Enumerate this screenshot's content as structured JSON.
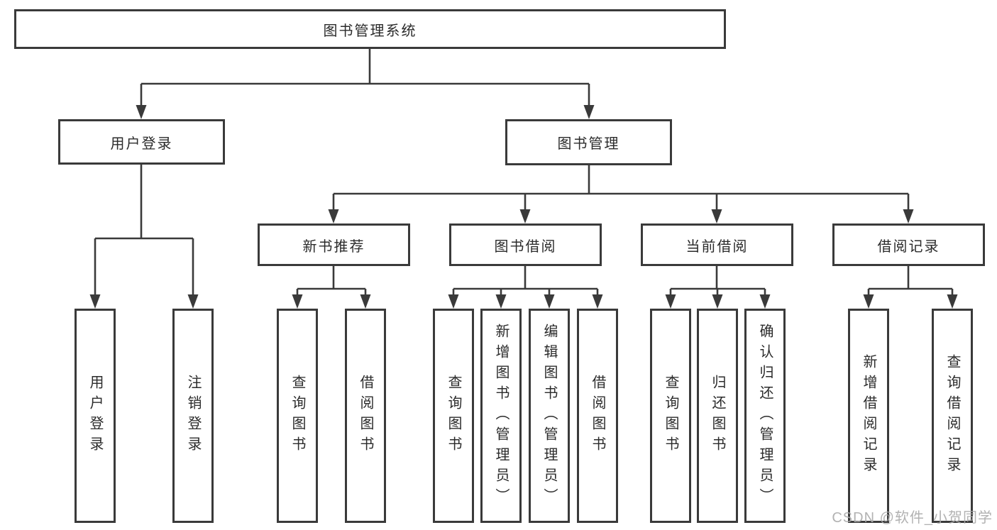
{
  "tree": {
    "label": "图书管理系统",
    "children": [
      {
        "label": "用户登录",
        "children": [
          {
            "label": "用户登录"
          },
          {
            "label": "注销登录"
          }
        ]
      },
      {
        "label": "图书管理",
        "children": [
          {
            "label": "新书推荐",
            "children": [
              {
                "label": "查询图书"
              },
              {
                "label": "借阅图书"
              }
            ]
          },
          {
            "label": "图书借阅",
            "children": [
              {
                "label": "查询图书"
              },
              {
                "label": "新增图书（管理员）"
              },
              {
                "label": "编辑图书（管理员）"
              },
              {
                "label": "借阅图书"
              }
            ]
          },
          {
            "label": "当前借阅",
            "children": [
              {
                "label": "查询图书"
              },
              {
                "label": "归还图书"
              },
              {
                "label": "确认归还（管理员）"
              }
            ]
          },
          {
            "label": "借阅记录",
            "children": [
              {
                "label": "新增借阅记录"
              },
              {
                "label": "查询借阅记录"
              }
            ]
          }
        ]
      }
    ]
  },
  "watermark": {
    "text": "CSDN @软件_小贺同学"
  },
  "colors": {
    "line": "#3a3a3a",
    "text": "#2b2b2b",
    "watermark": "#aaaaaa",
    "background": "#ffffff"
  }
}
